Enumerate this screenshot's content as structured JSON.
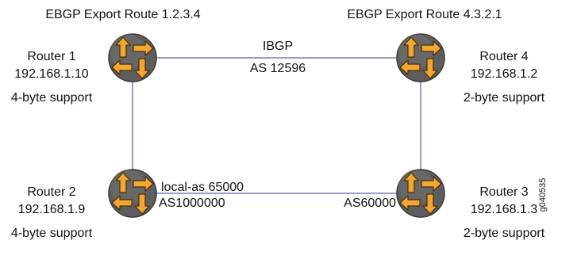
{
  "routers": [
    {
      "id": "r1",
      "name": "Router 1",
      "ip": "192.168.1.10",
      "support": "4-byte support",
      "export": "EBGP Export Route 1.2.3.4"
    },
    {
      "id": "r4",
      "name": "Router 4",
      "ip": "192.168.1.2",
      "support": "2-byte support",
      "export": "EBGP Export Route 4.3.2.1"
    },
    {
      "id": "r2",
      "name": "Router 2",
      "ip": "192.168.1.9",
      "support": "4-byte support",
      "export": ""
    },
    {
      "id": "r3",
      "name": "Router 3",
      "ip": "192.168.1.3",
      "support": "2-byte support",
      "export": ""
    }
  ],
  "links": {
    "top": {
      "line1": "IBGP",
      "line2": "AS 12596"
    },
    "bottom": {
      "left_line1": "local-as 65000",
      "left_line2": "AS1000000",
      "right": "AS60000"
    }
  },
  "figure_id": "g040535",
  "colors": {
    "router_body": "#5e5e5e",
    "arrow_fill": "#f2a634",
    "arrow_stroke": "#4a2c05",
    "link": "#2f3f86"
  }
}
